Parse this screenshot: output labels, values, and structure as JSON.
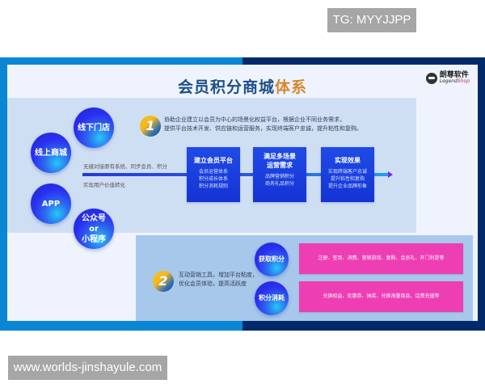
{
  "watermarks": {
    "top": "TG: MYYJJPP",
    "bottom": "www.worlds-jinshayule.com"
  },
  "colors": {
    "frame_left": "#0a86d2",
    "frame_right": "#022a6b",
    "step_blue": "#1f4be6",
    "pink": "#ee3eb4",
    "title_dark": "#1d4f86",
    "title_accent": "#d7882e"
  },
  "header": {
    "title_main": "会员积分商城",
    "title_accent": "体系",
    "logo_cn": "朗尊软件",
    "logo_en_a": "Legend",
    "logo_en_b": "Shop"
  },
  "channels": [
    {
      "label": "线下门店"
    },
    {
      "label": "线上商城"
    },
    {
      "label": "APP"
    },
    {
      "label": "公众号\nor\n小程序"
    }
  ],
  "section1": {
    "number": "1",
    "desc_line1": "协助企业建立以会员为中心的场景化权益平台，根据企业不同业务需求，",
    "desc_line2": "提供平台技术开发、供应链和运营服务，实现终端客户忠诚，提升粘性和复购。",
    "line_top": "无缝对接原有系统、同步会员、积分",
    "line_bottom": "实现用户价值转化",
    "steps": [
      {
        "title": "建立会员平台",
        "lines": [
          "会员运营体系",
          "积分成长体系",
          "积分消耗规则"
        ]
      },
      {
        "title": "满足多场景\n运营需求",
        "lines": [
          "品牌营销积分",
          "商务礼品积分"
        ]
      },
      {
        "title": "实现效果",
        "lines": [
          "实现终端客户忠诚",
          "提升粘性和复购",
          "提升企业品牌形象"
        ]
      }
    ]
  },
  "section2": {
    "number": "2",
    "desc_line1": "互动营销工具，增加平台粘度，",
    "desc_line2": "优化会员体验，提高活跃度",
    "rows": [
      {
        "bubble": "获取积分",
        "detail": "注册、签到、消费、营销游戏、复购、会员礼、开门利是等"
      },
      {
        "bubble": "积分消耗",
        "detail": "兑换权益、优惠券、抽奖、兑换海量商品、话费充值等"
      }
    ]
  }
}
